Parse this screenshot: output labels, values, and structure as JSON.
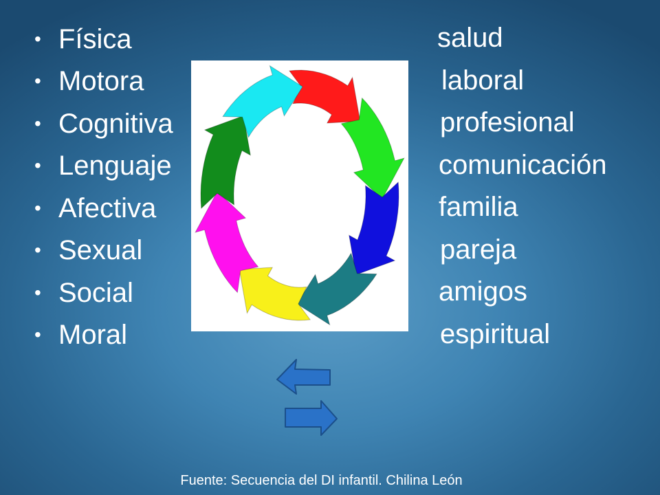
{
  "left_items": [
    "Física",
    "Motora",
    "Cognitiva",
    "Lenguaje",
    "Afectiva",
    "Sexual",
    "Social",
    "Moral"
  ],
  "right_items": [
    "salud",
    "laboral",
    "profesional",
    "comunicación",
    "familia",
    "pareja",
    "amigos",
    "espiritual"
  ],
  "bullet_char": "•",
  "cycle_arrow_colors": [
    "#ff1a1a",
    "#22e622",
    "#1010dd",
    "#1c7c84",
    "#f8f01a",
    "#ff10ee",
    "#128c1c",
    "#1ae8f2"
  ],
  "exchange_arrow_color": "#2a72c8",
  "footer": "Fuente: Secuencia del DI infantil. Chilina León"
}
